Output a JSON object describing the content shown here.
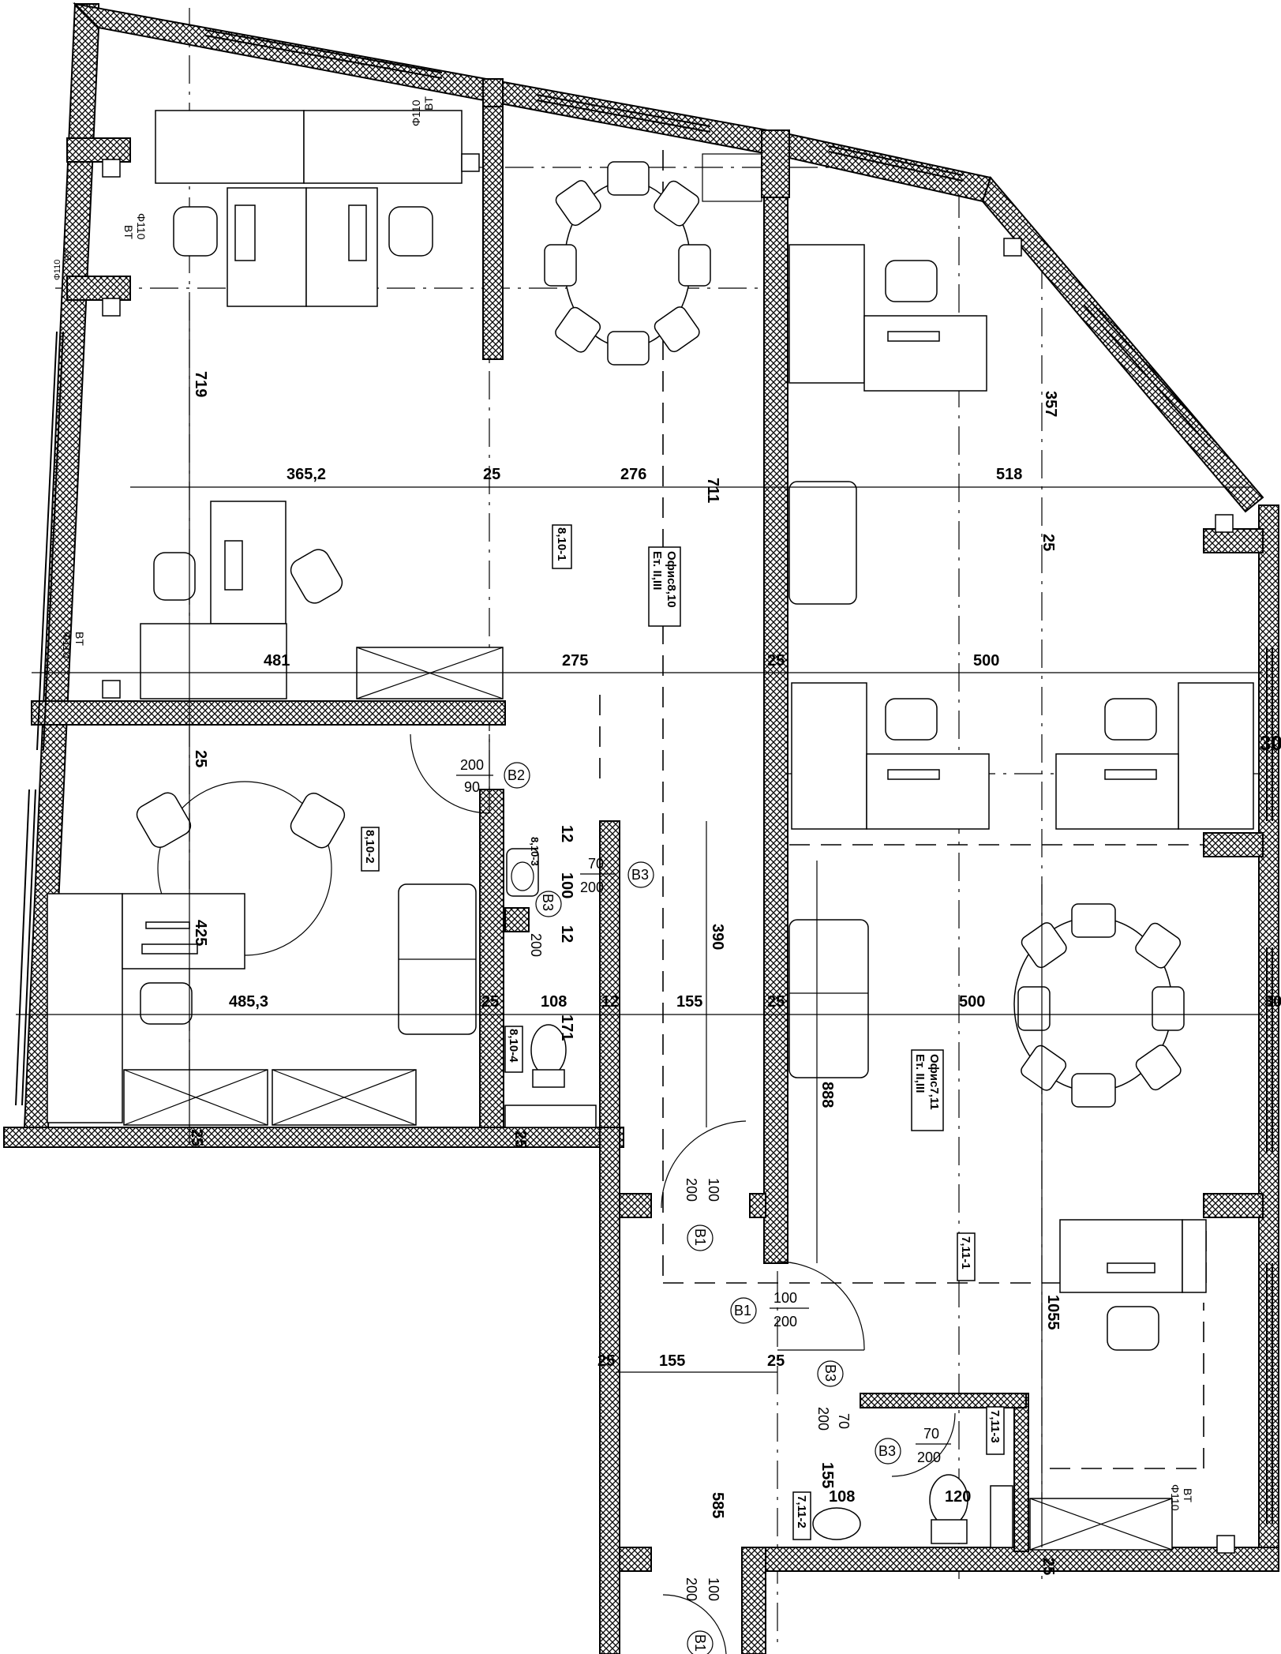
{
  "dimensions": {
    "d_719": "719",
    "d_365_2": "365,2",
    "d_25_a": "25",
    "d_276": "276",
    "d_711": "711",
    "d_518": "518",
    "d_357": "357",
    "d_25_b": "25",
    "d_481": "481",
    "d_275": "275",
    "d_25_c": "25",
    "d_500_a": "500",
    "d_30_a": "30",
    "d_25_left": "25",
    "d_425": "425",
    "d_485_3": "485,3",
    "d_25_d": "25",
    "d_108_a": "108",
    "d_12_a": "12",
    "d_155_a": "155",
    "d_25_e": "25",
    "d_500_b": "500",
    "d_30_b": "30",
    "d_12_b": "12",
    "d_100": "100",
    "d_12_c": "12",
    "d_171": "171",
    "d_390": "390",
    "d_888": "888",
    "d_25_f": "25",
    "d_25_g": "25",
    "d_155_b": "155",
    "d_25_h": "25",
    "d_25_i": "25",
    "d_1055": "1055",
    "d_155_c": "155",
    "d_108_b": "108",
    "d_120": "120",
    "d_585": "585",
    "d_25_j": "25"
  },
  "rooms": {
    "r_8_10_1": "8,10-1",
    "office_8_10_a": "Ет. II,III",
    "office_8_10_b": "Офис8,10",
    "r_8_10_2": "8,10-2",
    "r_8_10_3": "8,10-3",
    "r_8_10_4": "8,10-4",
    "office_7_11_a": "Ет. II,III",
    "office_7_11_b": "Офис7,11",
    "r_7_11_1": "7,11-1",
    "r_7_11_2": "7,11-2",
    "r_7_11_3": "7,11-3"
  },
  "doors": {
    "b2_top": "200",
    "b2_bottom": "90",
    "b2_tag": "B2",
    "b3a_top": "70",
    "b3a_bottom": "200",
    "b3a_tag": "B3",
    "b3b_tag": "B3",
    "b3b_top": "200",
    "b1a_top": "100",
    "b1a_bottom": "200",
    "b1a_tag": "B1",
    "b1b_top": "100",
    "b1b_bottom": "200",
    "b1b_tag": "B1",
    "b3c_tag": "B3",
    "b3c_top": "70",
    "b3c_bottom": "200",
    "b3d_top": "70",
    "b3d_bottom": "200",
    "b3d_tag": "B3",
    "b1c_top": "100",
    "b1c_bottom": "200",
    "b1c_tag": "B1"
  },
  "risers": {
    "vt_1_a": "BT",
    "vt_1_b": "Φ110",
    "vt_2_a": "BT",
    "vt_2_b": "Φ110",
    "vt_3_a": "BT",
    "vt_3_b": "Φ110",
    "vt_4_a": "BT",
    "vt_4_b": "Φ110",
    "vt_5_a": "BT",
    "vt_5_b": "Φ110"
  }
}
